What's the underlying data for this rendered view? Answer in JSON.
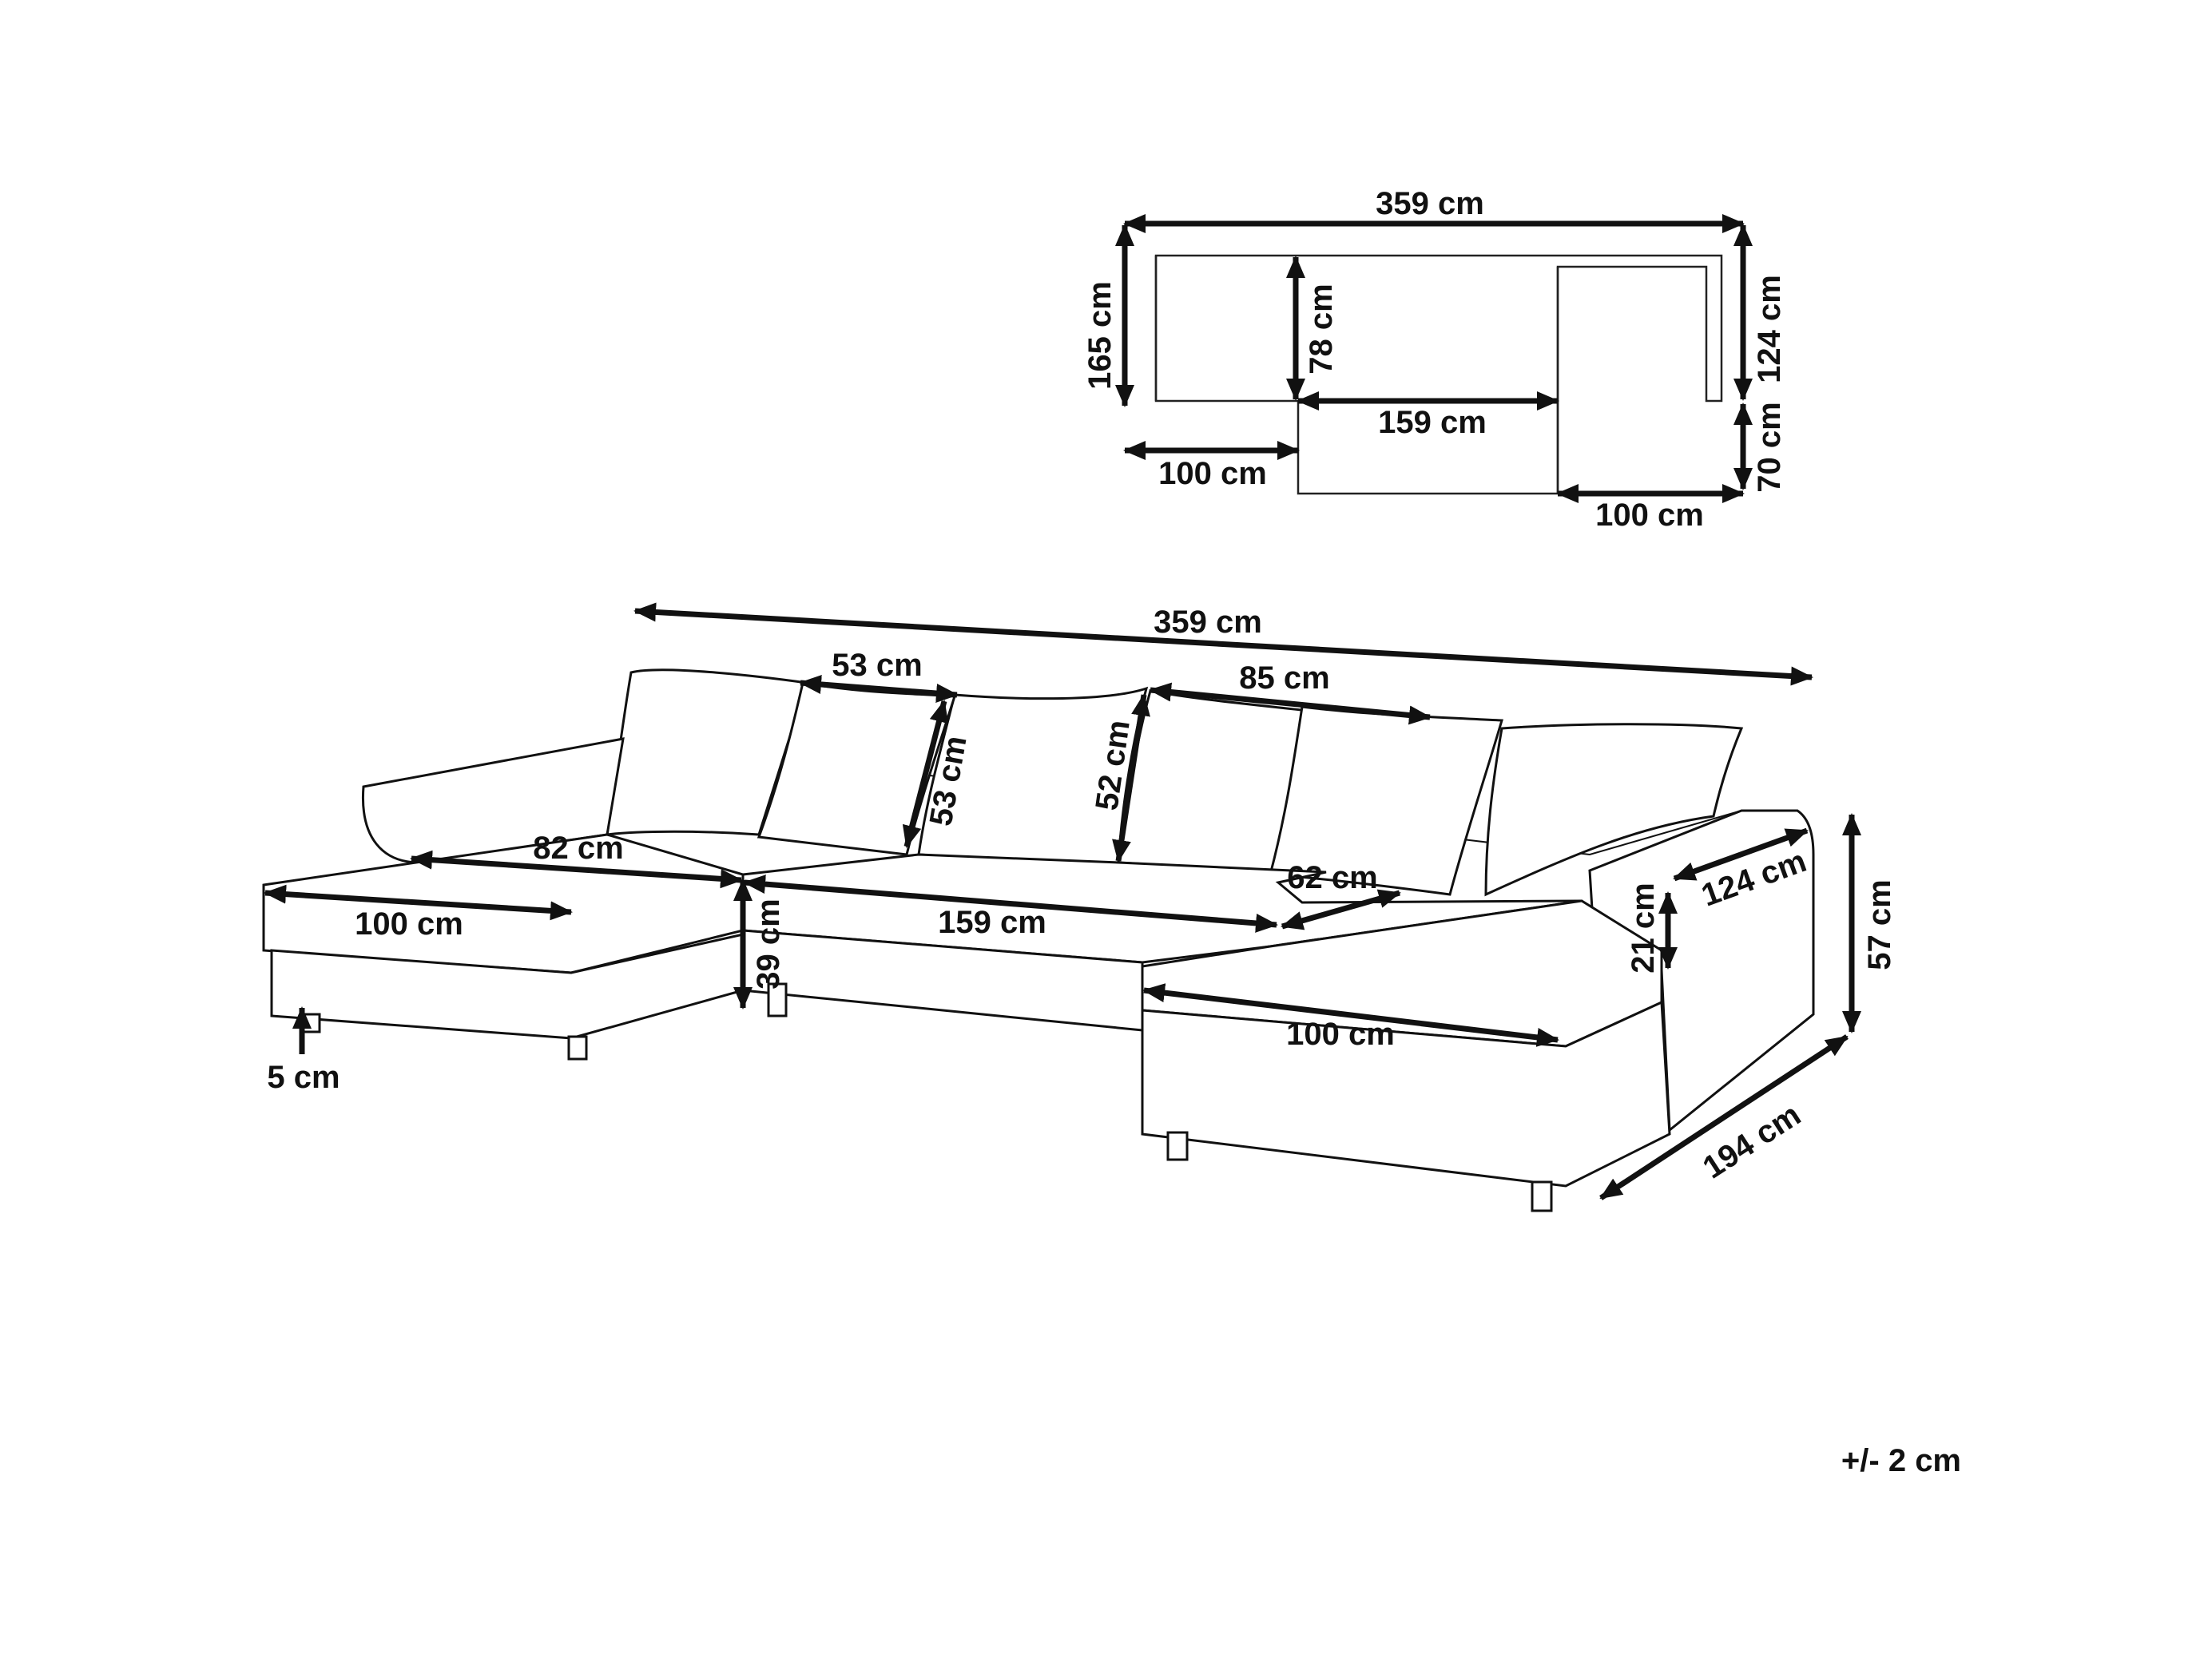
{
  "plan_view": {
    "width": "359 cm",
    "left_depth": "165 cm",
    "right_depth_upper": "124 cm",
    "right_depth_lower": "70 cm",
    "back_depth": "78 cm",
    "middle_width": "159 cm",
    "left_chaise_width": "100 cm",
    "right_chaise_width": "100 cm"
  },
  "perspective_view": {
    "total_width": "359 cm",
    "cushion_small_width": "53 cm",
    "cushion_small_height": "53 cm",
    "cushion_large_width": "85 cm",
    "cushion_large_height": "52 cm",
    "seat_depth_left": "82 cm",
    "left_chaise_width": "100 cm",
    "seat_height": "39 cm",
    "leg_height": "5 cm",
    "middle_width": "159 cm",
    "seat_depth_right": "62 cm",
    "right_chaise_width": "100 cm",
    "armrest_height": "21 cm",
    "armrest_depth": "124 cm",
    "total_height": "57 cm",
    "total_depth": "194 cm"
  },
  "tolerance": "+/- 2 cm"
}
